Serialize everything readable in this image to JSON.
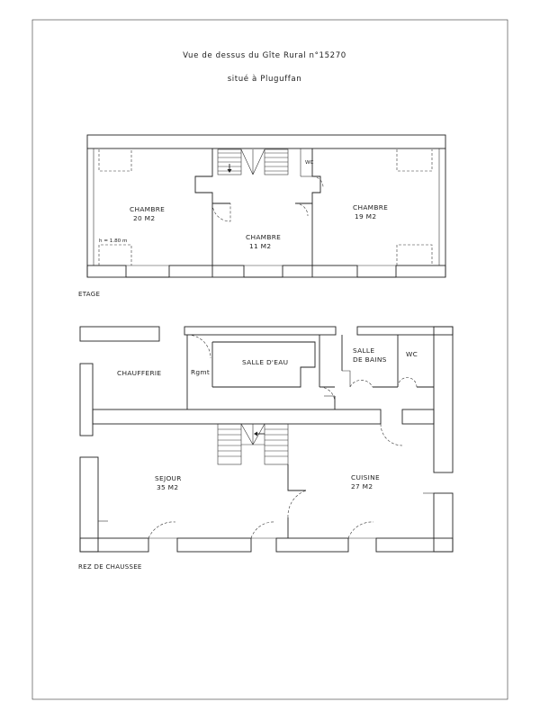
{
  "title": {
    "line1": "Vue de dessus du Gîte Rural n°15270",
    "line2": "situé à Pluguffan"
  },
  "upper_floor": {
    "level_label": "ETAGE",
    "rooms": [
      {
        "id": "chambre-20",
        "name": "CHAMBRE",
        "area": "20 M2"
      },
      {
        "id": "chambre-11",
        "name": "CHAMBRE",
        "area": "11 M2"
      },
      {
        "id": "chambre-19",
        "name": "CHAMBRE",
        "area": "19 M2"
      },
      {
        "id": "wc-etage",
        "name": "WC",
        "area": ""
      }
    ],
    "height_note": "h = 1.80 m"
  },
  "ground_floor": {
    "level_label": "REZ DE CHAUSSEE",
    "rooms": [
      {
        "id": "chaufferie",
        "name": "CHAUFFERIE",
        "area": ""
      },
      {
        "id": "rangement",
        "name": "Rgmt",
        "area": ""
      },
      {
        "id": "salle-eau",
        "name": "SALLE D'EAU",
        "area": ""
      },
      {
        "id": "salle-bains",
        "name": "SALLE",
        "name2": "DE BAINS",
        "area": ""
      },
      {
        "id": "wc-rdc",
        "name": "WC",
        "area": ""
      },
      {
        "id": "sejour",
        "name": "SEJOUR",
        "area": "35 M2"
      },
      {
        "id": "cuisine",
        "name": "CUISINE",
        "area": "27 M2"
      }
    ]
  },
  "colors": {
    "line": "#222222",
    "background": "#ffffff"
  }
}
